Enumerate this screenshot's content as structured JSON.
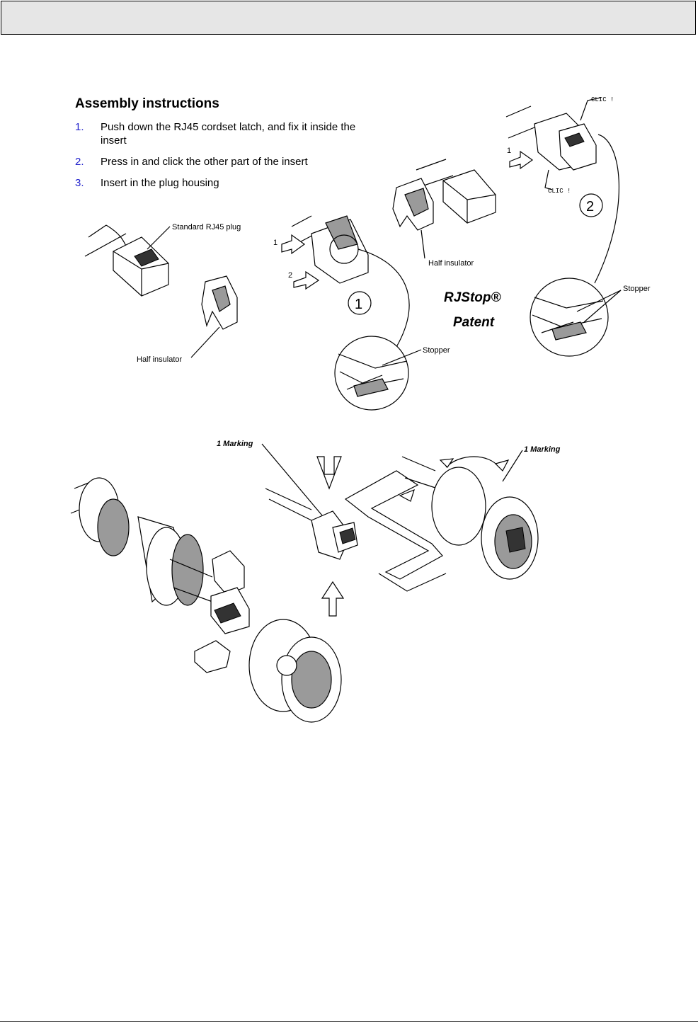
{
  "header": {
    "text": ""
  },
  "section": {
    "title": "Assembly instructions",
    "steps": [
      {
        "num": "1.",
        "text": "Push down the RJ45 cordset latch, and fix it inside the insert"
      },
      {
        "num": "2.",
        "text": "Press in and click the other part of the insert"
      },
      {
        "num": "3.",
        "text": "Insert in the plug housing"
      }
    ]
  },
  "figure": {
    "labels": {
      "standard_plug": "Standard RJ45 plug",
      "half_insulator_left": "Half insulator",
      "half_insulator_right": "Half insulator",
      "stopper_left": "Stopper",
      "stopper_right": "Stopper",
      "clic_top": "CLIC !",
      "clic_bottom": "CLIC !",
      "arrow_1a": "1",
      "arrow_2a": "2",
      "arrow_1b": "1",
      "step_circle_1": "1",
      "step_circle_2": "2",
      "marking_left": "1 Marking",
      "marking_right": "1 Marking"
    },
    "brand": {
      "name": "RJStop®",
      "patent": "Patent"
    }
  }
}
